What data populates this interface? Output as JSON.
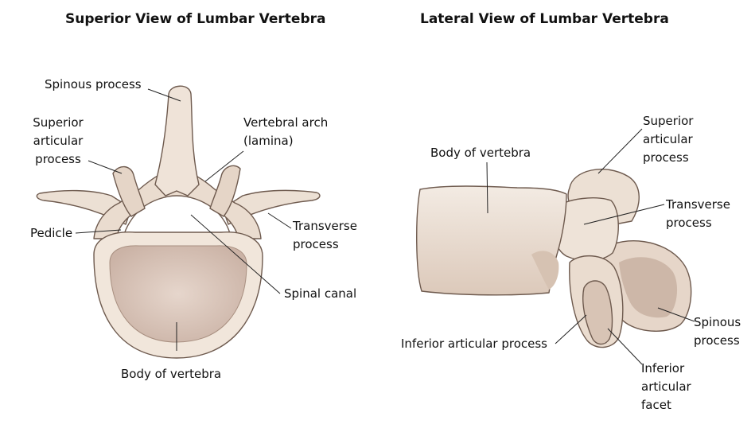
{
  "titles": {
    "superior": "Superior View of Lumbar Vertebra",
    "lateral": "Lateral View of Lumbar Vertebra"
  },
  "superior_labels": {
    "spinous_process": "Spinous process",
    "superior_articular_process": [
      "Superior",
      "articular",
      "process"
    ],
    "vertebral_arch": [
      "Vertebral arch",
      "(lamina)"
    ],
    "pedicle": "Pedicle",
    "transverse_process": [
      "Transverse",
      "process"
    ],
    "spinal_canal": "Spinal canal",
    "body_of_vertebra": "Body of vertebra"
  },
  "lateral_labels": {
    "body_of_vertebra": "Body of vertebra",
    "superior_articular_process": [
      "Superior",
      "articular",
      "process"
    ],
    "transverse_process": [
      "Transverse",
      "process"
    ],
    "spinous_process": [
      "Spinous",
      "process"
    ],
    "inferior_articular_process": "Inferior articular process",
    "inferior_articular_facet": [
      "Inferior",
      "articular",
      "facet"
    ]
  },
  "colors": {
    "bone": "#efe3d8",
    "bone_shadow": "#d9c6b6",
    "cancellous": "#d8c2b6",
    "outline": "#6e5a4e"
  }
}
